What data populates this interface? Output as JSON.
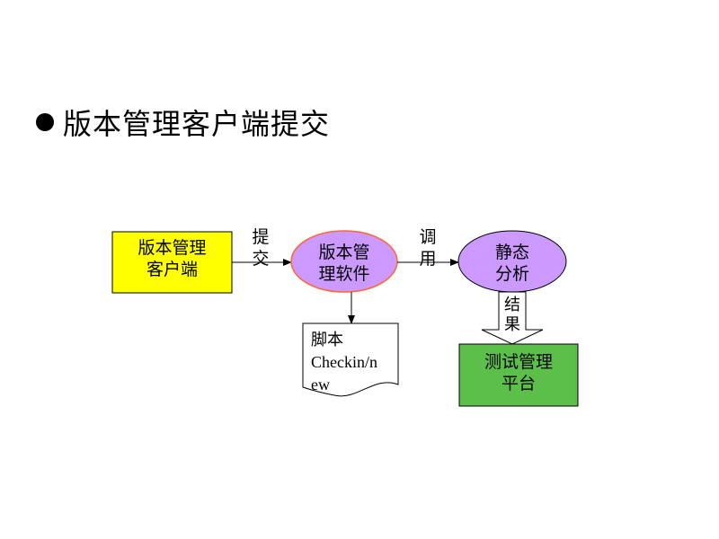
{
  "slide": {
    "title": "版本管理客户端提交"
  },
  "diagram": {
    "client_box": {
      "line1": "版本管理",
      "line2": "客户端",
      "fill": "#ffff00"
    },
    "submit_label": {
      "line1": "提",
      "line2": "交"
    },
    "software_ellipse": {
      "line1": "版本管",
      "line2": "理软件",
      "fill": "#cc99ff",
      "stroke": "#ff6633"
    },
    "call_label": {
      "line1": "调",
      "line2": "用"
    },
    "static_ellipse": {
      "line1": "静态",
      "line2": "分析",
      "fill": "#cc99ff"
    },
    "script_doc": {
      "line1": "脚本",
      "line2": "Checkin/n",
      "line3": "ew"
    },
    "result_arrow": {
      "line1": "结",
      "line2": "果"
    },
    "test_box": {
      "line1": "测试管理",
      "line2": "平台",
      "fill": "#5cbf4a"
    }
  }
}
